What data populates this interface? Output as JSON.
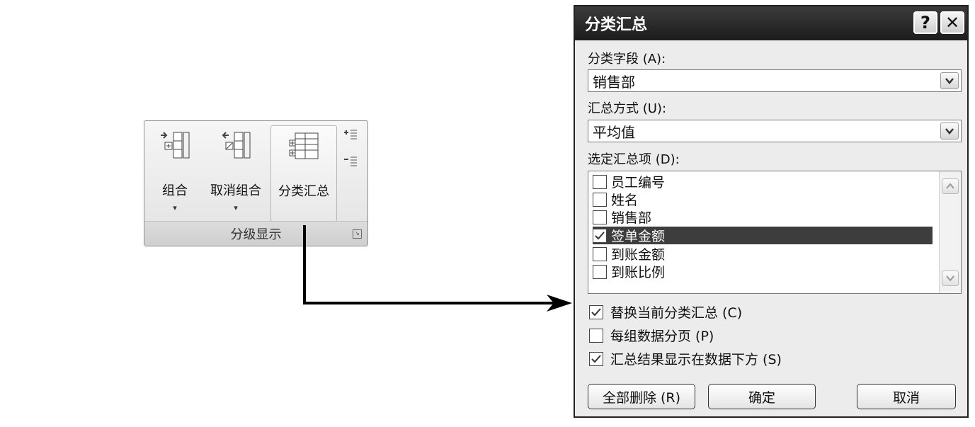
{
  "ribbon": {
    "group_label": "分级显示",
    "buttons": [
      {
        "label": "组合",
        "arrow": "▾"
      },
      {
        "label": "取消组合",
        "arrow": "▾"
      },
      {
        "label": "分类汇总"
      }
    ],
    "icons": [
      "group-icon",
      "ungroup-icon",
      "subtotal-icon",
      "show-detail-icon",
      "hide-detail-icon",
      "dialog-launcher-icon"
    ]
  },
  "dialog": {
    "title": "分类汇总",
    "help_glyph": "?",
    "close_glyph": "✕",
    "group_by_label": "分类字段 (A):",
    "group_by_value": "销售部",
    "function_label": "汇总方式 (U):",
    "function_value": "平均值",
    "add_to_label": "选定汇总项 (D):",
    "fields": [
      {
        "label": "员工编号",
        "checked": false
      },
      {
        "label": "姓名",
        "checked": false
      },
      {
        "label": "销售部",
        "checked": false
      },
      {
        "label": "签单金额",
        "checked": true
      },
      {
        "label": "到账金额",
        "checked": false
      },
      {
        "label": "到账比例",
        "checked": false
      }
    ],
    "options": [
      {
        "label": "替换当前分类汇总 (C)",
        "checked": true
      },
      {
        "label": "每组数据分页 (P)",
        "checked": false
      },
      {
        "label": "汇总结果显示在数据下方 (S)",
        "checked": true
      }
    ],
    "remove_all_label": "全部删除 (R)",
    "ok_label": "确定",
    "cancel_label": "取消"
  },
  "colors": {
    "selection": "#3d3d3d",
    "titlebar": "#2a2a2a"
  }
}
